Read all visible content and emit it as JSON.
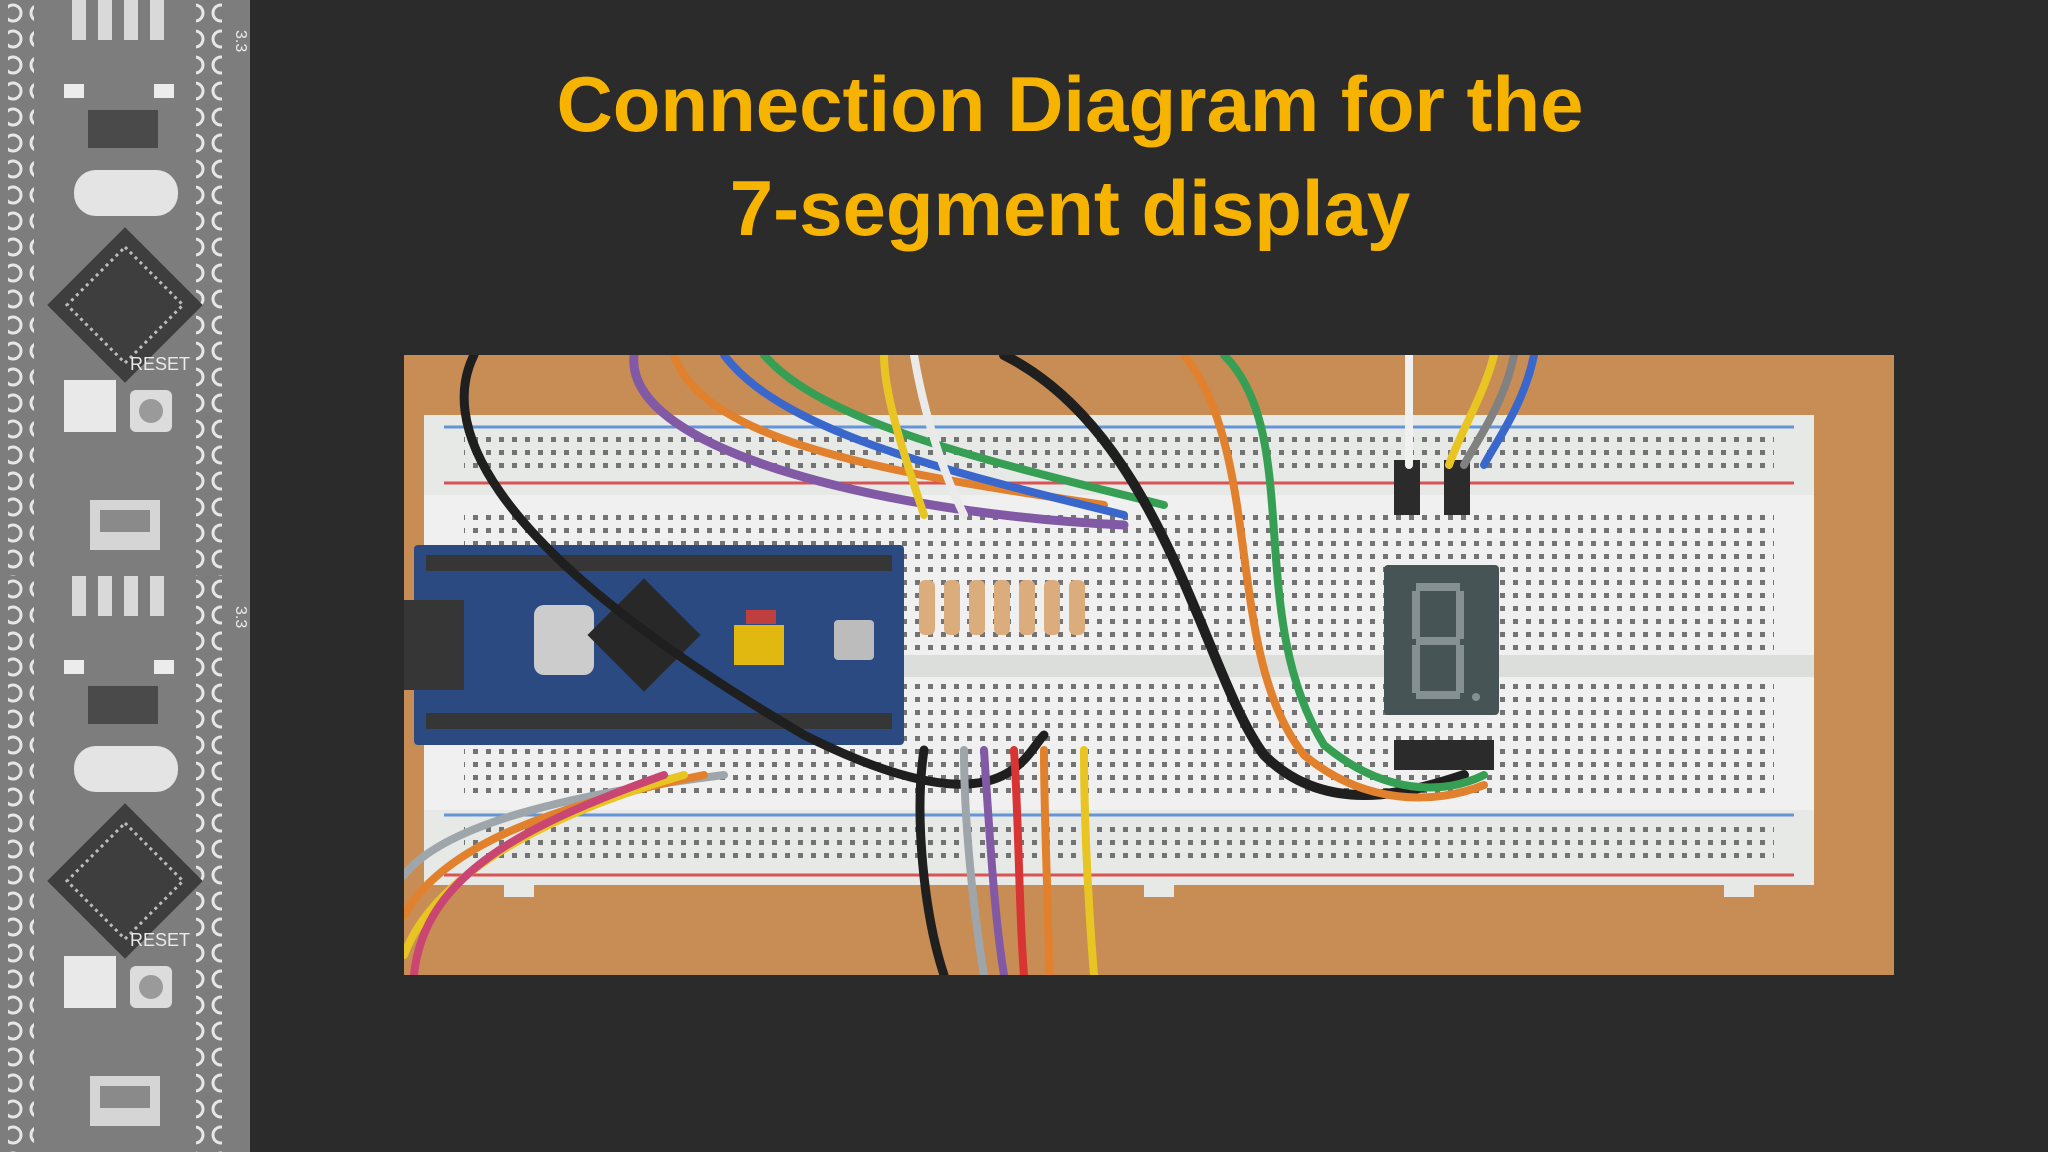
{
  "slide": {
    "title_line1": "Connection Diagram for the",
    "title_line2": "7-segment display"
  },
  "board_labels": {
    "reset": "RESET",
    "power": "3.3"
  },
  "colors": {
    "background": "#2b2b2b",
    "title": "#f6b400",
    "table_wood": "#c98a4e",
    "breadboard": "#eef0ee",
    "pcb_blue": "#1d3f7a",
    "display_body": "#3c4a4c"
  },
  "icons": {
    "board_graphic": "stm32-blue-pill-board-icon",
    "photo": "breadboard-circuit-photo",
    "display": "seven-segment-display-icon"
  }
}
